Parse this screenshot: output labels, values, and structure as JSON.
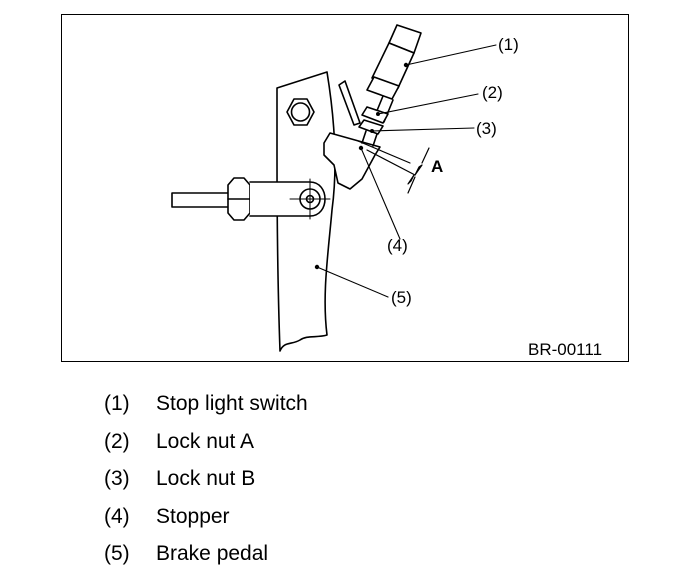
{
  "figure": {
    "code": "BR-00111",
    "callouts": [
      "(1)",
      "(2)",
      "(3)",
      "(4)",
      "(5)"
    ],
    "dimension_label": "A"
  },
  "legend": [
    {
      "num": "(1)",
      "text": "Stop light switch"
    },
    {
      "num": "(2)",
      "text": "Lock nut A"
    },
    {
      "num": "(3)",
      "text": "Lock nut B"
    },
    {
      "num": "(4)",
      "text": "Stopper"
    },
    {
      "num": "(5)",
      "text": "Brake pedal"
    }
  ]
}
